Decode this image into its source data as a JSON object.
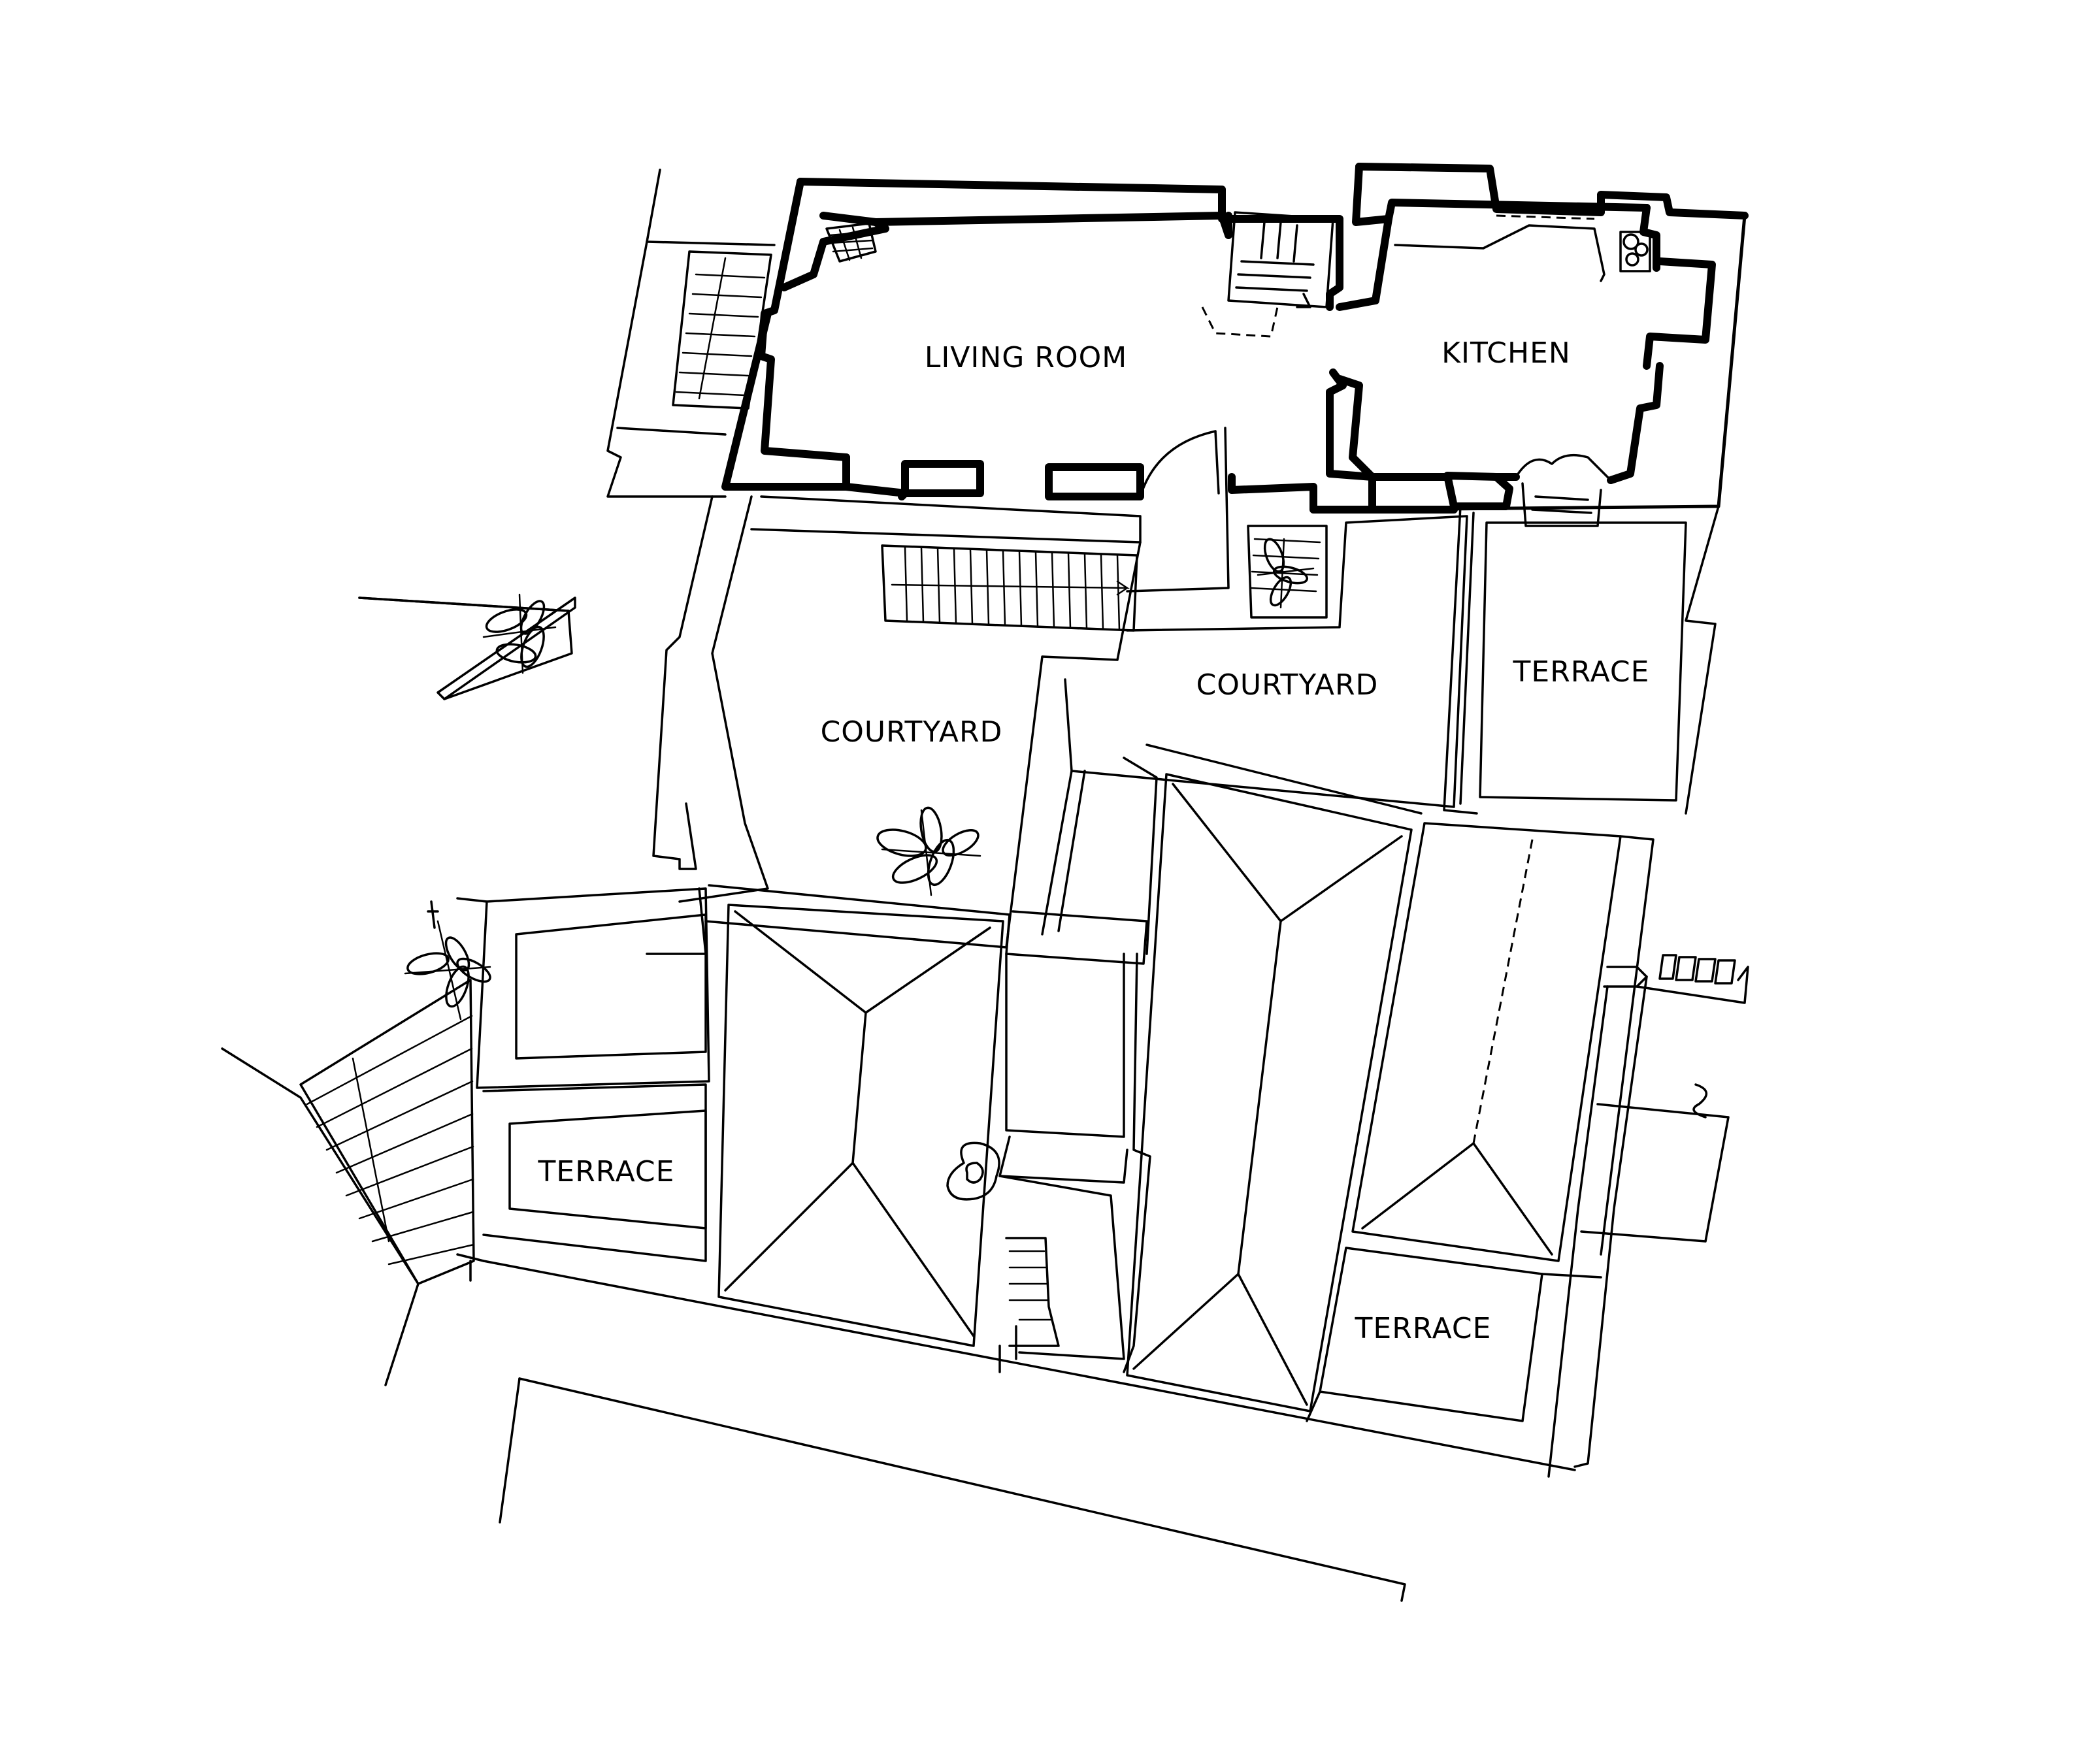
{
  "labels": {
    "living_room": "LIVING ROOM",
    "kitchen": "KITCHEN",
    "courtyard_west": "COURTYARD",
    "courtyard_east": "COURTYARD",
    "terrace_northeast": "TERRACE",
    "terrace_west": "TERRACE",
    "terrace_south": "TERRACE"
  }
}
